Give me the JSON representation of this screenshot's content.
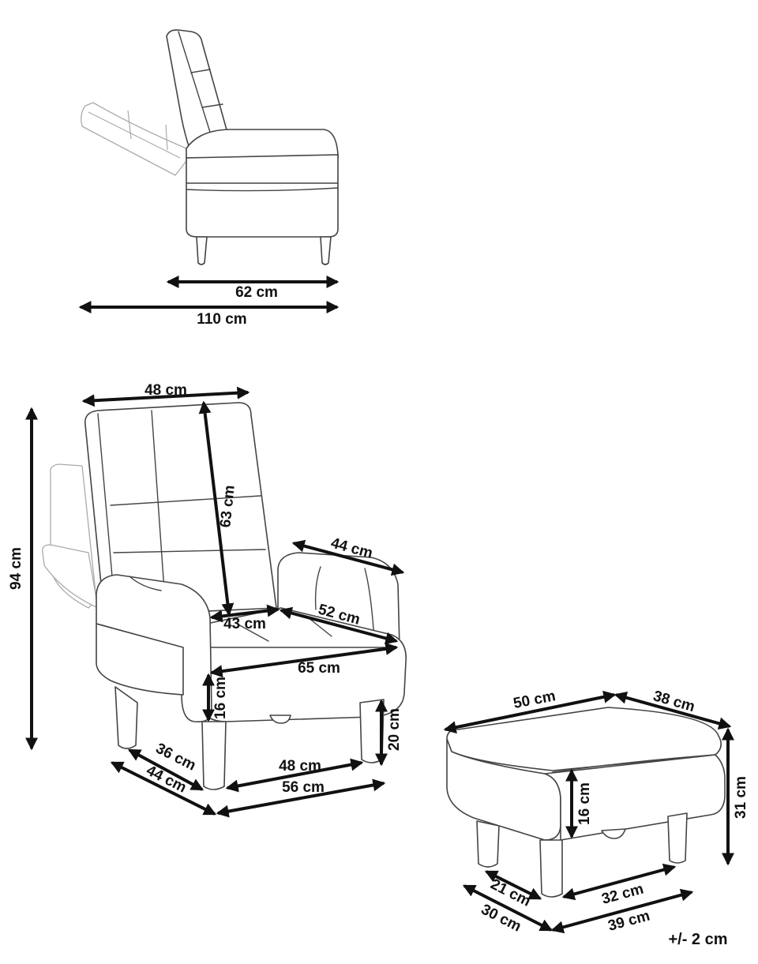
{
  "side_view": {
    "depth_upright": "62 cm",
    "depth_reclined": "110 cm"
  },
  "armchair": {
    "back_width": "48 cm",
    "back_height": "63 cm",
    "total_height": "94 cm",
    "armrest_length": "44 cm",
    "seat_depth": "52 cm",
    "seat_width_inner": "43 cm",
    "seat_width": "65 cm",
    "seat_thickness": "16 cm",
    "seat_height": "20 cm",
    "leg_depth_inner": "36 cm",
    "depth_total": "44 cm",
    "leg_width_inner": "48 cm",
    "width_total": "56 cm"
  },
  "footstool": {
    "width_top": "50 cm",
    "depth_top": "38 cm",
    "height_total": "31 cm",
    "cushion_thickness": "16 cm",
    "leg_depth_inner": "21 cm",
    "leg_width_inner": "32 cm",
    "depth_bottom": "30 cm",
    "width_bottom": "39 cm"
  },
  "tolerance": "+/- 2 cm"
}
